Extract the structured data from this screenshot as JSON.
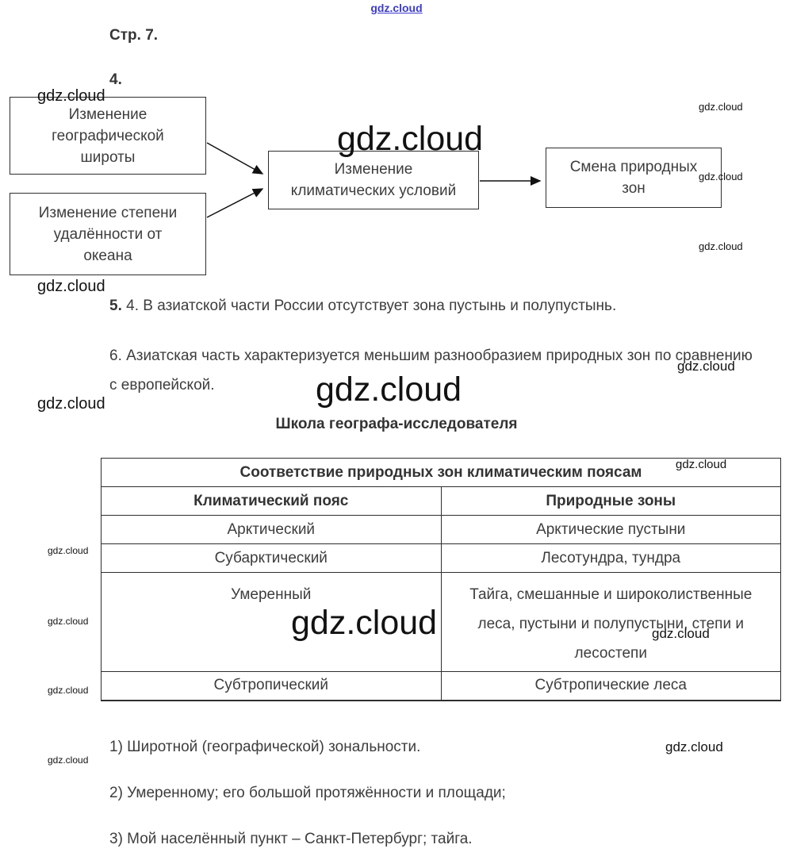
{
  "watermark": {
    "text": "gdz.cloud"
  },
  "page": {
    "heading": "Стр. 7.",
    "task4_label": "4."
  },
  "flowchart": {
    "box_lat": "Изменение географической широты",
    "box_ocean": "Изменение степени удалённости от океана",
    "box_climate": "Изменение климатических условий",
    "box_zones": "Смена природных зон"
  },
  "answers": {
    "item5_number": "5.",
    "item5_text": "4. В азиатской части России отсутствует зона пустынь и полупустынь.",
    "item6_text": "6. Азиатская часть характеризуется меньшим разнообразием природных зон по сравнению с европейской."
  },
  "school": {
    "heading": "Школа географа-исследователя",
    "table": {
      "title": "Соответствие природных зон климатическим поясам",
      "col1": "Климатический пояс",
      "col2": "Природные зоны",
      "rows": [
        {
          "belt": "Арктический",
          "zones": "Арктические пустыни"
        },
        {
          "belt": "Субарктический",
          "zones": "Лесотундра, тундра"
        },
        {
          "belt": "Умеренный",
          "zones": "Тайга, смешанные и широколиственные леса, пустыни и полупустыни, степи и лесостепи"
        },
        {
          "belt": "Субтропический",
          "zones": "Субтропические леса"
        }
      ]
    },
    "items": [
      "1) Широтной (географической) зональности.",
      "2) Умеренному; его большой протяжённости и площади;",
      "3) Мой населённый пункт – Санкт-Петербург; тайга."
    ]
  }
}
